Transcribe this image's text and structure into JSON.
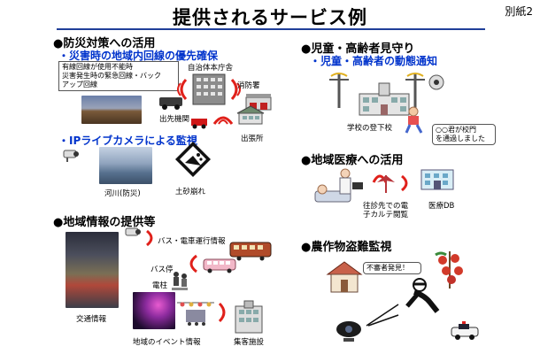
{
  "header": {
    "title": "提供されるサービス例",
    "appendix": "別紙2"
  },
  "disaster": {
    "heading": "●防災対策への活用",
    "priority_title": "・災害時の地域内回線の優先確保",
    "note_lines": [
      "有線回線が使用不能時",
      "災害発生時の緊急回線・バック",
      "アップ回線"
    ],
    "hq": "自治体本庁舎",
    "fire": "消防署",
    "outpost": "出先機関",
    "branch": "出張所",
    "camera_title": "・IPライブカメラによる監視",
    "river": "河川(防災)",
    "landslide": "土砂崩れ"
  },
  "children": {
    "heading": "●児童・高齢者見守り",
    "sub": "・児童・高齢者の動態通知",
    "school": "学校の登下校",
    "bubble_lines": [
      "○○君が校門",
      "を通過しました"
    ]
  },
  "medical": {
    "heading": "●地域医療への活用",
    "visit_lines": [
      "往診先での電",
      "子カルテ閲覧"
    ],
    "db": "医療DB"
  },
  "info": {
    "heading": "●地域情報の提供等",
    "transit": "バス・電車運行情報",
    "bus_stop": "バス停",
    "pole": "電柱",
    "traffic": "交通情報",
    "events": "地域のイベント情報",
    "facility": "集客施設"
  },
  "crop": {
    "heading": "●農作物盗難監視",
    "alert": "不審者発見！"
  },
  "colors": {
    "accent": "#1f3f99",
    "link_blue": "#0033cc",
    "wave_red": "#e0201a"
  }
}
